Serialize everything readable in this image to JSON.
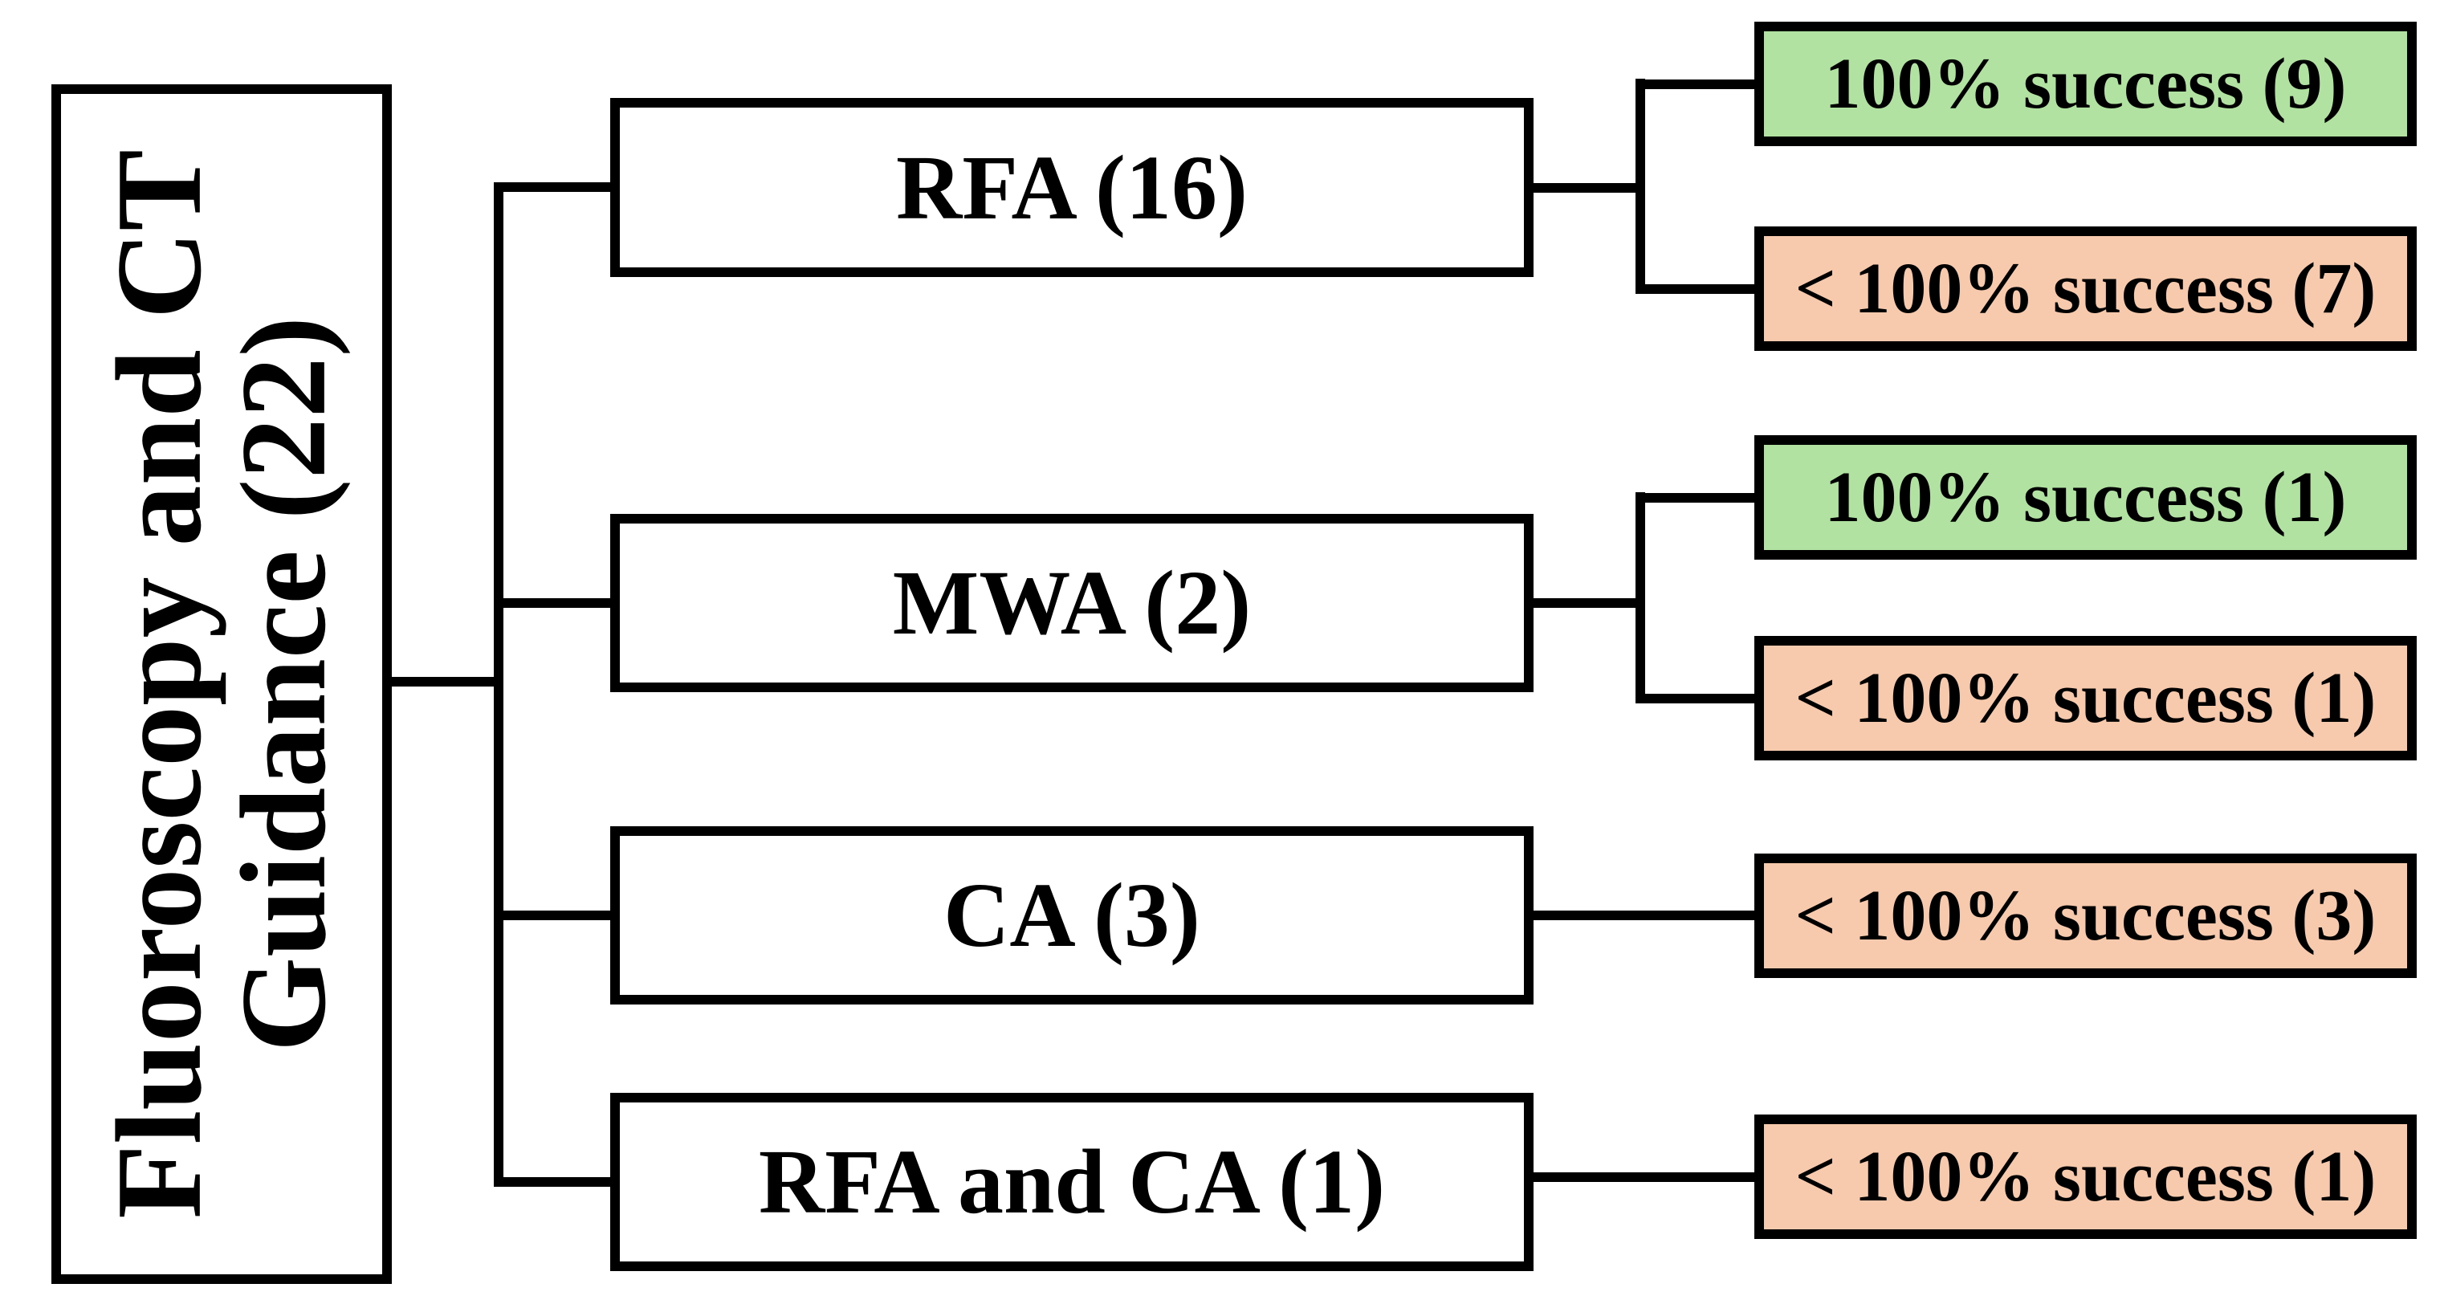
{
  "diagram": {
    "root": {
      "line1": "Fluoroscopy and CT",
      "line2": "Guidance (22)"
    },
    "branches": [
      {
        "label": "RFA (16)",
        "outcomes": [
          {
            "label": "100% success (9)",
            "status": "success"
          },
          {
            "label": "< 100% success (7)",
            "status": "partial"
          }
        ]
      },
      {
        "label": "MWA (2)",
        "outcomes": [
          {
            "label": "100% success (1)",
            "status": "success"
          },
          {
            "label": "< 100% success (1)",
            "status": "partial"
          }
        ]
      },
      {
        "label": "CA (3)",
        "outcomes": [
          {
            "label": "< 100% success (3)",
            "status": "partial"
          }
        ]
      },
      {
        "label": "RFA and CA (1)",
        "outcomes": [
          {
            "label": "< 100% success (1)",
            "status": "partial"
          }
        ]
      }
    ],
    "colors": {
      "success_bg": "#b2e2a2",
      "partial_bg": "#f7c9ad",
      "node_bg": "#ffffff",
      "border": "#000000"
    }
  }
}
